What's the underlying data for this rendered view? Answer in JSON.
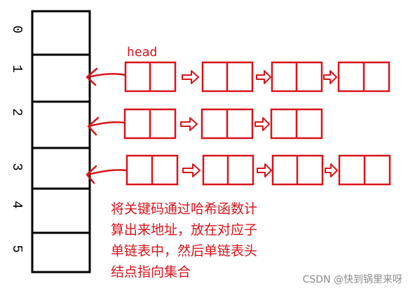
{
  "array": {
    "indices": [
      "0",
      "1",
      "2",
      "3",
      "4",
      "5"
    ]
  },
  "head_label": "head",
  "chains": [
    {
      "slot": "1",
      "nodes": 4
    },
    {
      "slot": "2",
      "nodes": 3
    },
    {
      "slot": "3",
      "nodes": 4
    }
  ],
  "caption_lines": [
    "将关键码通过哈希函数计",
    "算出来地址，放在对应子",
    "单链表中，然后单链表头",
    "结点指向集合"
  ],
  "watermark": "CSDN @快到锅里来呀",
  "colors": {
    "accent": "#d8141c",
    "ink": "#000000",
    "watermark": "#8a8a8a"
  }
}
